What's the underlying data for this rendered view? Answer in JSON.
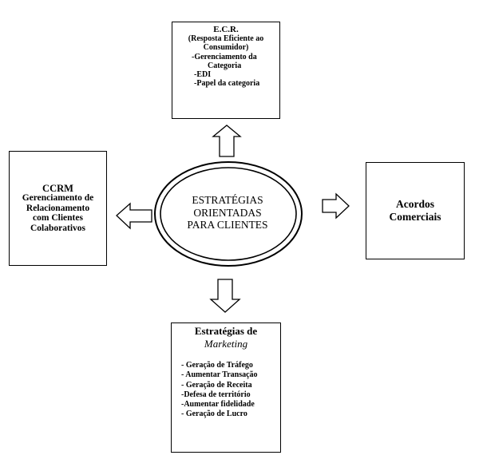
{
  "center": {
    "lines": [
      "ESTRATÉGIAS",
      "ORIENTADAS",
      "PARA CLIENTES"
    ]
  },
  "ecr": {
    "title": "E.C.R.",
    "subtitle": [
      "(Resposta Eficiente ao",
      "Consumidor)"
    ],
    "items": [
      "-Gerenciamento da",
      "Categoria",
      "-EDI",
      "-Papel da categoria"
    ]
  },
  "ccrm": {
    "title": "CCRM",
    "lines": [
      "Gerenciamento de",
      "Relacionamento",
      "com Clientes",
      "Colaborativos"
    ]
  },
  "acordos": {
    "lines": [
      "Acordos",
      "Comerciais"
    ]
  },
  "marketing": {
    "title": "Estratégias de",
    "title_italic": "Marketing",
    "items": [
      "- Geração de Tráfego",
      "- Aumentar Transação",
      "- Geração de Receita",
      "-Defesa de território",
      "-Aumentar fidelidade",
      "- Geração de Lucro"
    ]
  }
}
